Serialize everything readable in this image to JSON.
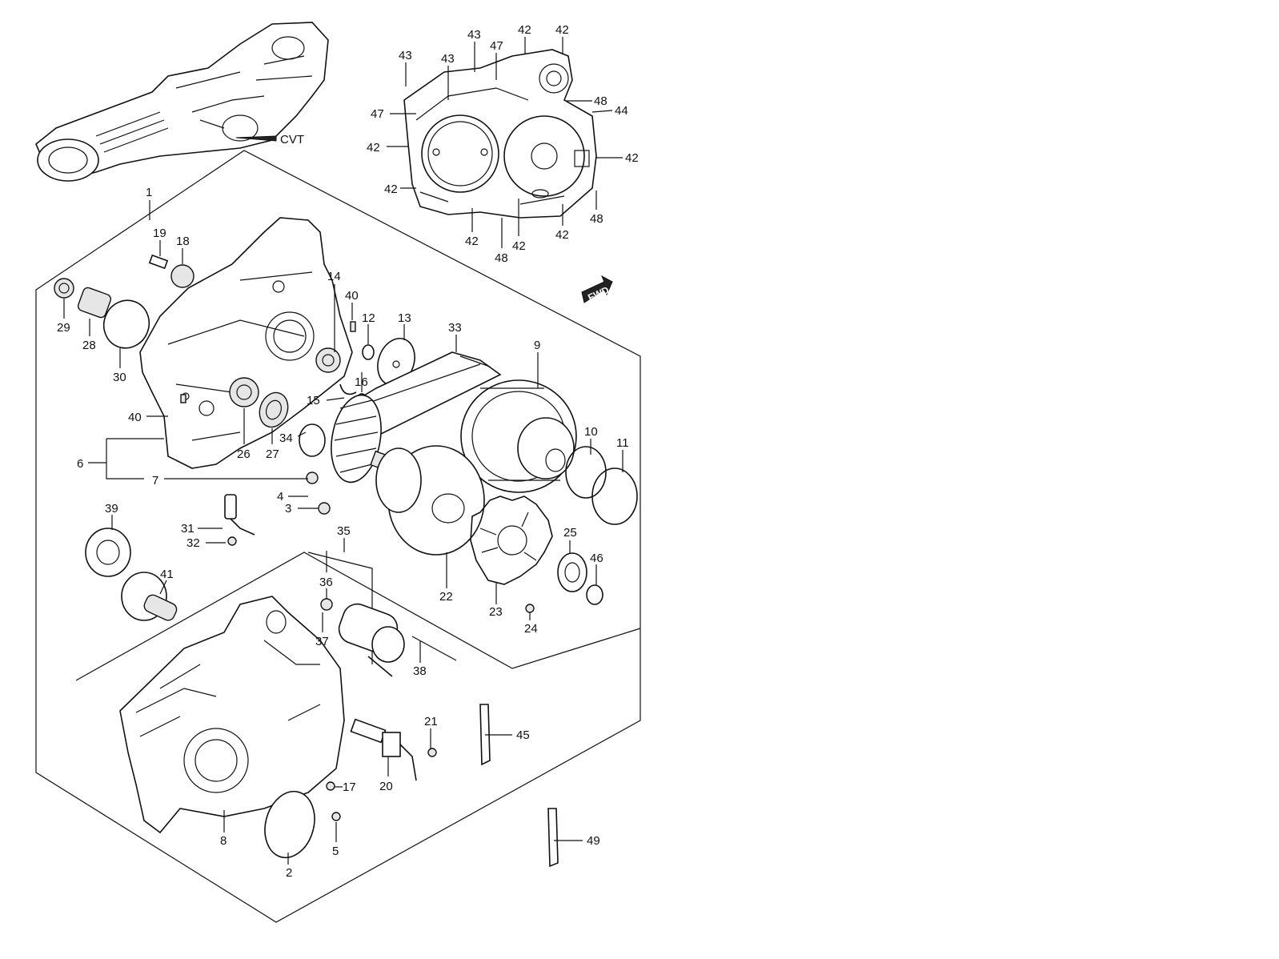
{
  "diagram": {
    "cvt_label": "CVT",
    "fwd_label": "FWD",
    "callouts": [
      "1",
      "2",
      "3",
      "4",
      "5",
      "6",
      "7",
      "8",
      "9",
      "10",
      "11",
      "12",
      "13",
      "14",
      "15",
      "16",
      "17",
      "19",
      "18",
      "20",
      "21",
      "22",
      "23",
      "24",
      "25",
      "26",
      "27",
      "28",
      "29",
      "30",
      "31",
      "32",
      "33",
      "34",
      "35",
      "36",
      "37",
      "38",
      "39",
      "40",
      "40",
      "41",
      "42",
      "42",
      "42",
      "42",
      "42",
      "42",
      "42",
      "42",
      "43",
      "43",
      "43",
      "44",
      "45",
      "46",
      "47",
      "47",
      "48",
      "48",
      "48",
      "49"
    ]
  }
}
